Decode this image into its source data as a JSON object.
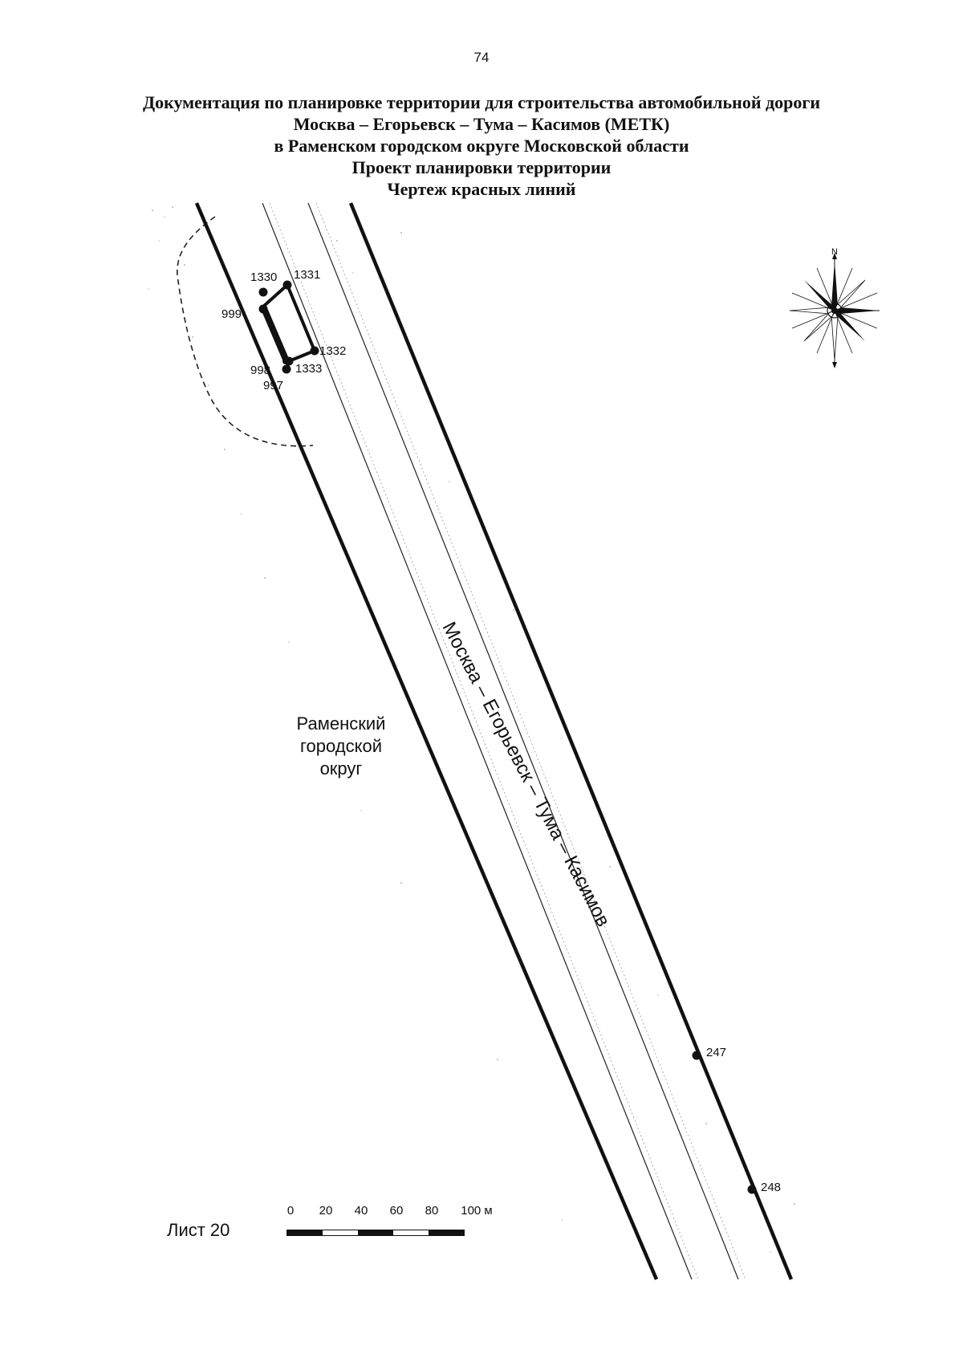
{
  "page_number": "74",
  "title_lines": [
    "Документация по планировке территории для строительства автомобильной дороги",
    "Москва – Егорьевск – Тума – Касимов (МЕТК)",
    "в Раменском городском округе Московской области",
    "Проект планировки территории",
    "Чертеж красных линий"
  ],
  "map": {
    "road_name": "Москва – Егорьевск – Тума – Касимов",
    "district_label": [
      "Раменский",
      "городской",
      "округ"
    ],
    "points": [
      {
        "id": "1330",
        "label": "1330"
      },
      {
        "id": "1331",
        "label": "1331"
      },
      {
        "id": "999",
        "label": "999"
      },
      {
        "id": "1332",
        "label": "1332"
      },
      {
        "id": "998",
        "label": "998"
      },
      {
        "id": "1333",
        "label": "1333"
      },
      {
        "id": "997",
        "label": "997"
      },
      {
        "id": "247",
        "label": "247"
      },
      {
        "id": "248",
        "label": "248"
      }
    ],
    "compass": {
      "north_label": "N",
      "icon": "compass-rose-icon"
    }
  },
  "scale_bar": {
    "ticks": [
      "0",
      "20",
      "40",
      "60",
      "80",
      "100 м"
    ]
  },
  "sheet_label": "Лист 20"
}
